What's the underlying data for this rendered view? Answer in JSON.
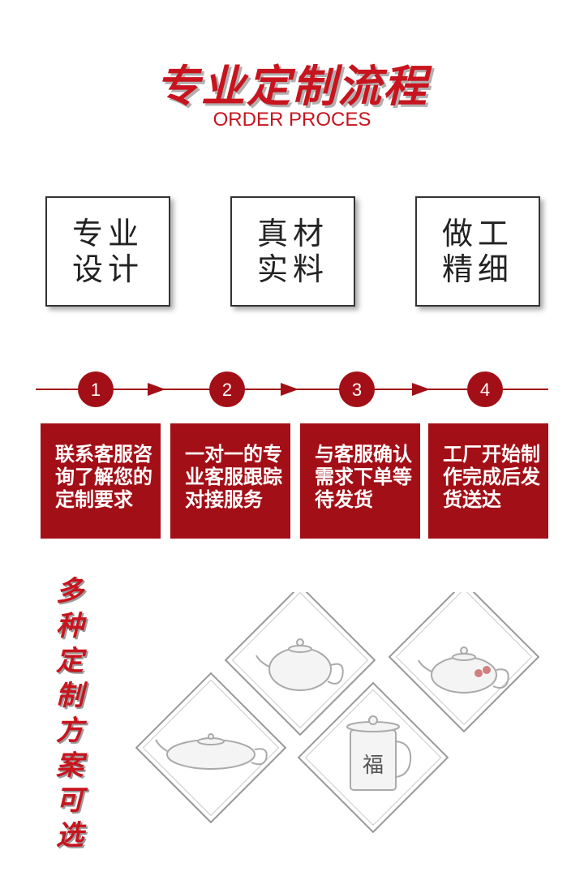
{
  "header": {
    "title": "专业定制流程",
    "subtitle": "ORDER PROCES"
  },
  "features": [
    {
      "line1": "专业",
      "line2": "设计"
    },
    {
      "line1": "真材",
      "line2": "实料"
    },
    {
      "line1": "做工",
      "line2": "精细"
    }
  ],
  "steps": [
    {
      "number": "1",
      "text": "联系客服咨询了解您的定制要求"
    },
    {
      "number": "2",
      "text": "一对一的专业客服跟踪对接服务"
    },
    {
      "number": "3",
      "text": "与客服确认需求下单等待发货"
    },
    {
      "number": "4",
      "text": "工厂开始制作完成后发货送达"
    }
  ],
  "options": {
    "vertical_text": "多种定制方案可选",
    "mug_character": "福"
  },
  "colors": {
    "accent": "#c8141e",
    "step_bg": "#a30f17"
  }
}
